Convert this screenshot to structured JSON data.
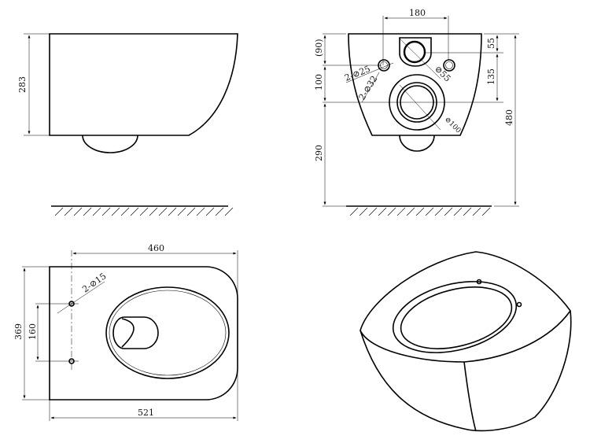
{
  "side_view": {
    "height": "283"
  },
  "front_view": {
    "width_180": "180",
    "dim_90": "(90)",
    "dim_100": "100",
    "dim_290": "290",
    "dim_55": "55",
    "dim_135": "135",
    "dim_480": "480",
    "hole_25": "2-⊘25",
    "hole_32": "2-⊘32",
    "inlet_55": "⊘55",
    "outlet_100": "⊘100"
  },
  "top_view": {
    "dim_460": "460",
    "dim_521": "521",
    "dim_369": "369",
    "dim_160": "160",
    "hole_15": "2-⊘15"
  }
}
